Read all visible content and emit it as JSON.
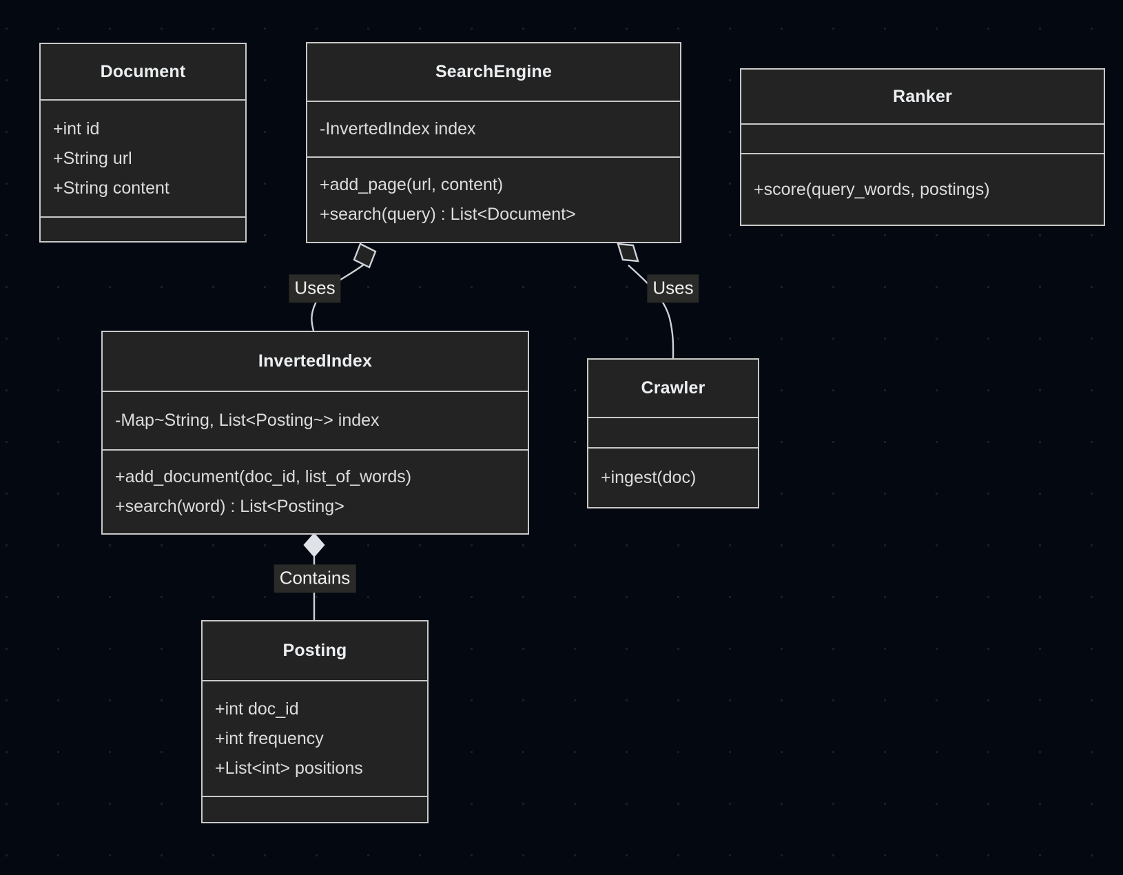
{
  "diagram": {
    "type": "uml-class-diagram",
    "background_color": "#030811",
    "box_fill": "#232323",
    "box_border": "#c9c9c9",
    "text_color": "#dcdcdc"
  },
  "classes": [
    {
      "id": "document",
      "name": "Document",
      "attributes": [
        "+int id",
        "+String url",
        "+String content"
      ],
      "methods": []
    },
    {
      "id": "search_engine",
      "name": "SearchEngine",
      "attributes": [
        "-InvertedIndex index"
      ],
      "methods": [
        "+add_page(url, content)",
        "+search(query) : List<Document>"
      ]
    },
    {
      "id": "ranker",
      "name": "Ranker",
      "attributes": [],
      "methods": [
        "+score(query_words, postings)"
      ]
    },
    {
      "id": "inverted_index",
      "name": "InvertedIndex",
      "attributes": [
        "-Map~String, List<Posting~> index"
      ],
      "methods": [
        "+add_document(doc_id, list_of_words)",
        "+search(word) : List<Posting>"
      ]
    },
    {
      "id": "crawler",
      "name": "Crawler",
      "attributes": [],
      "methods": [
        "+ingest(doc)"
      ]
    },
    {
      "id": "posting",
      "name": "Posting",
      "attributes": [
        "+int doc_id",
        "+int frequency",
        "+List<int> positions"
      ],
      "methods": []
    }
  ],
  "relationships": [
    {
      "id": "searchengine-invertedindex",
      "label": "Uses",
      "from": "SearchEngine",
      "to": "InvertedIndex",
      "marker": "aggregation-hollow-diamond"
    },
    {
      "id": "searchengine-crawler",
      "label": "Uses",
      "from": "SearchEngine",
      "to": "Crawler",
      "marker": "aggregation-hollow-diamond"
    },
    {
      "id": "invertedindex-posting",
      "label": "Contains",
      "from": "InvertedIndex",
      "to": "Posting",
      "marker": "composition-filled-diamond"
    }
  ]
}
